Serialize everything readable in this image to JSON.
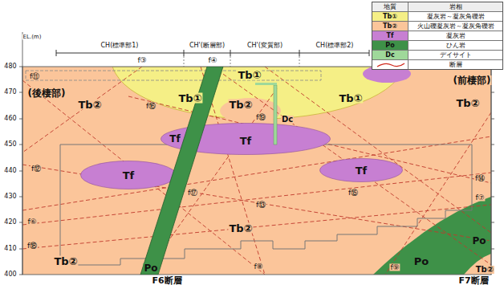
{
  "diagram": {
    "nodes": [
      {
        "text": [
          "Tf",
          "Tf"
        ]
      },
      {
        "text": [
          "Tf"
        ]
      },
      {
        "text": [
          "Tf"
        ]
      }
    ],
    "labels": [
      "地質",
      "岩相",
      "Tb①",
      "Tb②",
      "Tf",
      "Po",
      "Dc",
      "CH(標準部1)",
      "CH'(断層部)",
      "CH'(変質部)",
      "CH(標準部2)",
      "EL.(m)",
      "480",
      "470",
      "460",
      "450",
      "440",
      "430",
      "420",
      "410",
      "400",
      "(後棲部)",
      "(前棲部)",
      "Tb①",
      "Tb①",
      "Tb①",
      "Tb②",
      "Tb②",
      "Tb②",
      "Tb②",
      "Tb②",
      "Po",
      "Po",
      "Po",
      "Tb②",
      "Dc",
      "F6断層",
      "F7断層",
      "f③",
      "f④",
      "f⑪",
      "f⑯",
      "f⑲",
      "f⑫",
      "f⑰",
      "f⑬",
      "f⑮",
      "f⑭",
      "f⑦",
      "f⑥",
      "f⑱",
      "f⑧",
      "f⑨"
    ],
    "legend": [
      {
        "text": "凝灰岩～凝灰角礫岩",
        "color": "#f5ef86"
      },
      {
        "text": "火山礫凝灰岩～凝灰角礫岩",
        "color": "#fbc59a"
      },
      {
        "text": "凝灰岩",
        "color": "#c77fd2"
      },
      {
        "text": "ひん岩",
        "color": "#3e9148"
      },
      {
        "text": "デイサイト",
        "color": "#9fd89a"
      },
      {
        "text": "断層"
      }
    ]
  }
}
